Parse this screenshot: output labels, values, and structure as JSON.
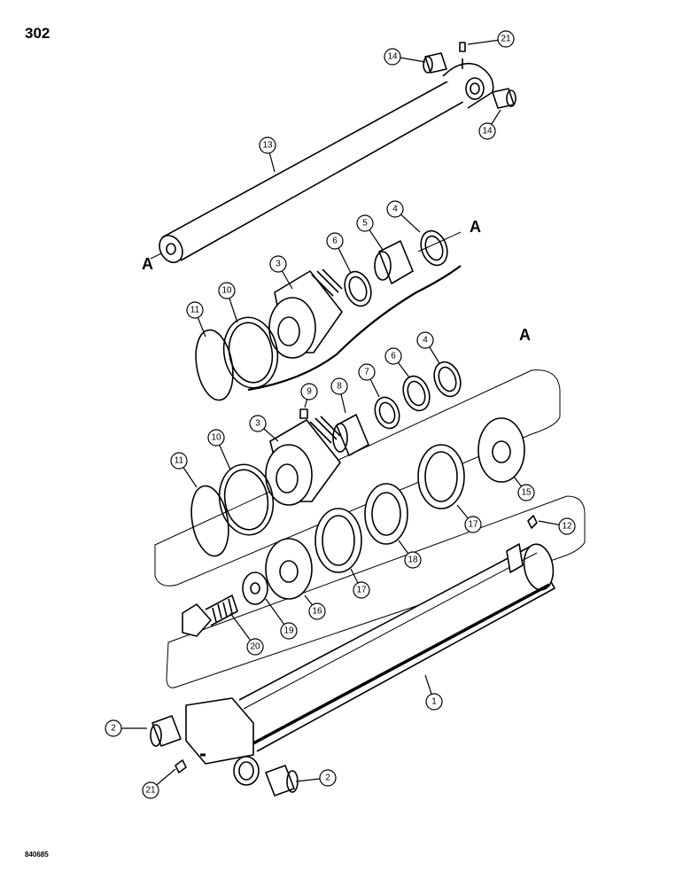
{
  "page": {
    "number": "302",
    "figure_code": "840685"
  },
  "section_marker": "A",
  "callouts": [
    {
      "id": "c21-top",
      "num": "21"
    },
    {
      "id": "c14-left",
      "num": "14"
    },
    {
      "id": "c14-right",
      "num": "14"
    },
    {
      "id": "c13",
      "num": "13"
    },
    {
      "id": "c4-upper",
      "num": "4"
    },
    {
      "id": "c5",
      "num": "5"
    },
    {
      "id": "c6-upper",
      "num": "6"
    },
    {
      "id": "c3-upper",
      "num": "3"
    },
    {
      "id": "c10-upper",
      "num": "10"
    },
    {
      "id": "c11-upper",
      "num": "11"
    },
    {
      "id": "c4-lower",
      "num": "4"
    },
    {
      "id": "c6-lower",
      "num": "6"
    },
    {
      "id": "c7",
      "num": "7"
    },
    {
      "id": "c8",
      "num": "8"
    },
    {
      "id": "c9",
      "num": "9"
    },
    {
      "id": "c3-lower",
      "num": "3"
    },
    {
      "id": "c10-lower",
      "num": "10"
    },
    {
      "id": "c11-lower",
      "num": "11"
    },
    {
      "id": "c15",
      "num": "15"
    },
    {
      "id": "c17-right",
      "num": "17"
    },
    {
      "id": "c18",
      "num": "18"
    },
    {
      "id": "c17-left",
      "num": "17"
    },
    {
      "id": "c16",
      "num": "16"
    },
    {
      "id": "c19",
      "num": "19"
    },
    {
      "id": "c20",
      "num": "20"
    },
    {
      "id": "c12",
      "num": "12"
    },
    {
      "id": "c1",
      "num": "1"
    },
    {
      "id": "c2-left",
      "num": "2"
    },
    {
      "id": "c2-right",
      "num": "2"
    },
    {
      "id": "c21-bottom",
      "num": "21"
    }
  ]
}
